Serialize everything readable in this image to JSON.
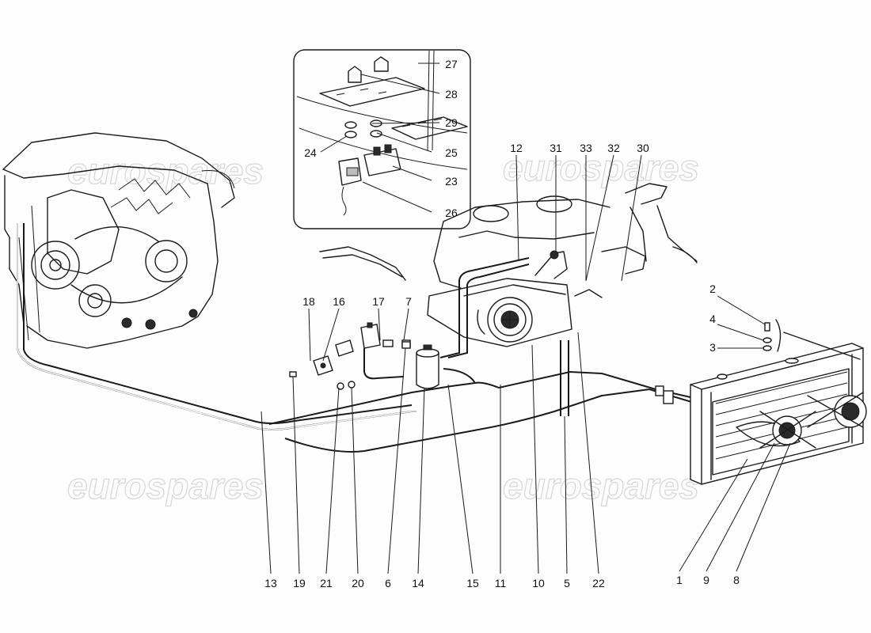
{
  "watermark": {
    "text": "eurospares"
  },
  "callouts": {
    "c1": "1",
    "c2": "2",
    "c3": "3",
    "c4": "4",
    "c5": "5",
    "c6": "6",
    "c7": "7",
    "c8": "8",
    "c9": "9",
    "c10": "10",
    "c11": "11",
    "c12": "12",
    "c13": "13",
    "c14": "14",
    "c15": "15",
    "c16": "16",
    "c17": "17",
    "c18": "18",
    "c19": "19",
    "c20": "20",
    "c21": "21",
    "c22": "22",
    "c23": "23",
    "c24": "24",
    "c25": "25",
    "c26": "26",
    "c27": "27",
    "c28": "28",
    "c29": "29",
    "c30": "30",
    "c31": "31",
    "c32": "32",
    "c33": "33"
  },
  "colors": {
    "line": "#1a1a1a",
    "background": "#fdfdfd",
    "watermark": "#d0d0d0"
  },
  "icons": [
    "engine-illustration",
    "condenser-illustration",
    "compressor-illustration",
    "receiver-drier-illustration",
    "control-panel-inset"
  ]
}
